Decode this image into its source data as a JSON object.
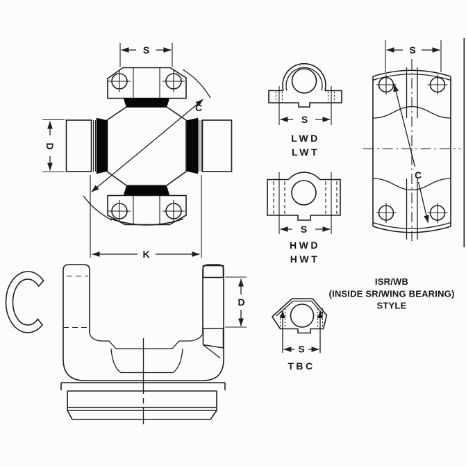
{
  "colors": {
    "ink": "#1c1c1c",
    "paper": "#fcfcfc",
    "seal": "#070707"
  },
  "cross_assembly": {
    "dim_cap_span": "S",
    "dim_swing_diameter": "C",
    "dim_bearing_diameter": "D"
  },
  "yoke_section": {
    "dim_inside_span": "K",
    "dim_bore_diameter": "D"
  },
  "cap_styles": {
    "light_wing": {
      "dim_span": "S",
      "labels": [
        "LWD",
        "LWT"
      ]
    },
    "heavy_wing": {
      "dim_span": "S",
      "labels": [
        "HWD",
        "HWT"
      ]
    },
    "bolted_cap": {
      "dim_span": "S",
      "labels": [
        "TBC"
      ]
    }
  },
  "isr_assembly": {
    "dim_span": "S",
    "dim_swing_diameter": "C",
    "caption": [
      "ISR/WB",
      "(INSIDE SR/WING BEARING)",
      "STYLE"
    ]
  }
}
